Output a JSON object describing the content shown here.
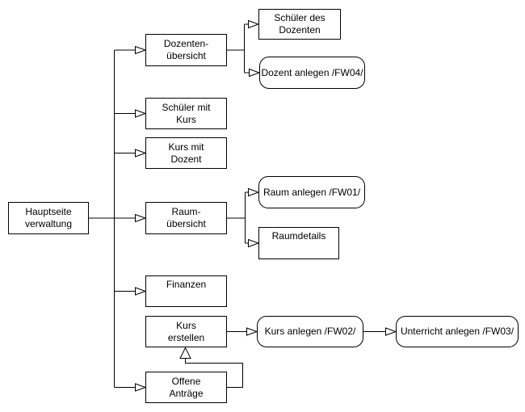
{
  "diagram": {
    "background_color": "#ffffff",
    "line_color": "#000000",
    "text_color": "#000000",
    "node_fill_color": "#ffffff",
    "nodes": {
      "hauptseite": {
        "label": "Hauptseite\nverwaltung",
        "shape": "rectangle"
      },
      "dozentenuebersicht": {
        "label": "Dozenten-\nübersicht",
        "shape": "rectangle"
      },
      "schueler_des_dozenten": {
        "label": "Schüler des\nDozenten",
        "shape": "rectangle"
      },
      "dozent_anlegen": {
        "label": "Dozent anlegen /FW04/",
        "shape": "rounded"
      },
      "schueler_mit_kurs": {
        "label": "Schüler mit\nKurs",
        "shape": "rectangle"
      },
      "kurs_mit_dozent": {
        "label": "Kurs mit\nDozent",
        "shape": "rectangle"
      },
      "raumuebersicht": {
        "label": "Raum-\nübersicht",
        "shape": "rectangle"
      },
      "raum_anlegen": {
        "label": "Raum anlegen /FW01/",
        "shape": "rounded"
      },
      "raumdetails": {
        "label": "Raumdetails",
        "shape": "rectangle"
      },
      "finanzen": {
        "label": "Finanzen",
        "shape": "rectangle"
      },
      "kurs_erstellen": {
        "label": "Kurs\nerstellen",
        "shape": "rectangle"
      },
      "kurs_anlegen": {
        "label": "Kurs anlegen /FW02/",
        "shape": "rounded"
      },
      "unterricht_anlegen": {
        "label": "Unterricht anlegen /FW03/",
        "shape": "rounded"
      },
      "offene_antraege": {
        "label": "Offene\nAnträge",
        "shape": "rectangle"
      }
    },
    "edges": [
      {
        "from": "hauptseite",
        "to": "dozentenuebersicht"
      },
      {
        "from": "hauptseite",
        "to": "schueler_mit_kurs"
      },
      {
        "from": "hauptseite",
        "to": "kurs_mit_dozent"
      },
      {
        "from": "hauptseite",
        "to": "raumuebersicht"
      },
      {
        "from": "hauptseite",
        "to": "finanzen"
      },
      {
        "from": "hauptseite",
        "to": "offene_antraege"
      },
      {
        "from": "dozentenuebersicht",
        "to": "schueler_des_dozenten"
      },
      {
        "from": "dozentenuebersicht",
        "to": "dozent_anlegen"
      },
      {
        "from": "raumuebersicht",
        "to": "raum_anlegen"
      },
      {
        "from": "raumuebersicht",
        "to": "raumdetails"
      },
      {
        "from": "kurs_erstellen",
        "to": "kurs_anlegen"
      },
      {
        "from": "kurs_anlegen",
        "to": "unterricht_anlegen"
      },
      {
        "from": "offene_antraege",
        "to": "kurs_erstellen"
      }
    ]
  }
}
